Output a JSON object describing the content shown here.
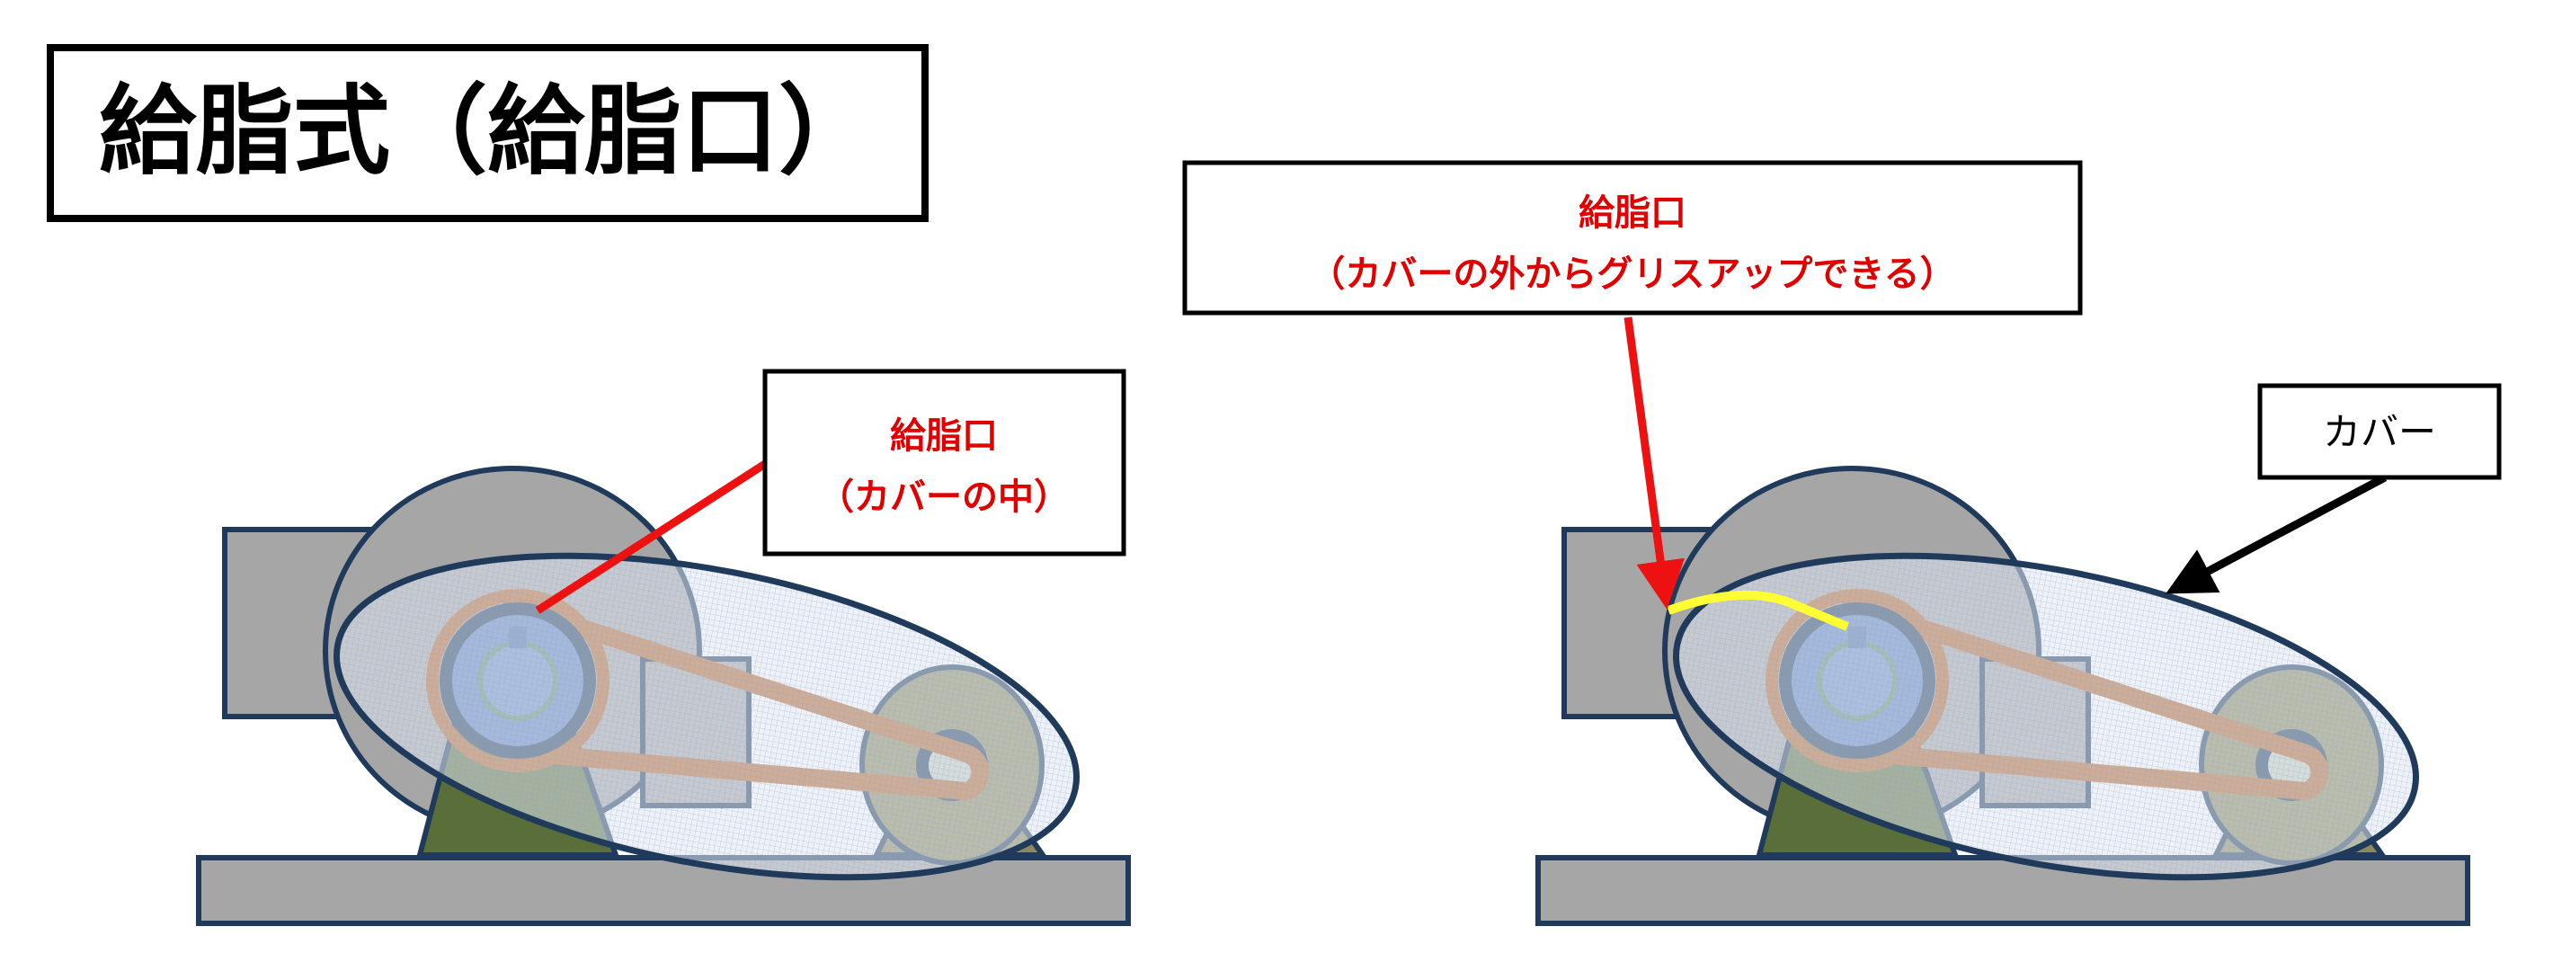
{
  "title": "給脂式（給脂口）",
  "left_diagram": {
    "callout": {
      "line1": "給脂口",
      "line2": "（カバーの中）"
    }
  },
  "right_diagram": {
    "callout": {
      "line1": "給脂口",
      "line2": "（カバーの外からグリスアップできる）"
    },
    "cover_label": "カバー"
  },
  "colors": {
    "callout_text": "#e00000",
    "callout_line": "#ee1111",
    "grease_line": "#ffff33",
    "belt": "#b8652a",
    "outline": "#1f3a5a",
    "base": "#a6a6a6",
    "pedestal": "#5a6e3a",
    "small_pulley": "#8c8a5c",
    "pulley_inner": "#5b80c0"
  }
}
